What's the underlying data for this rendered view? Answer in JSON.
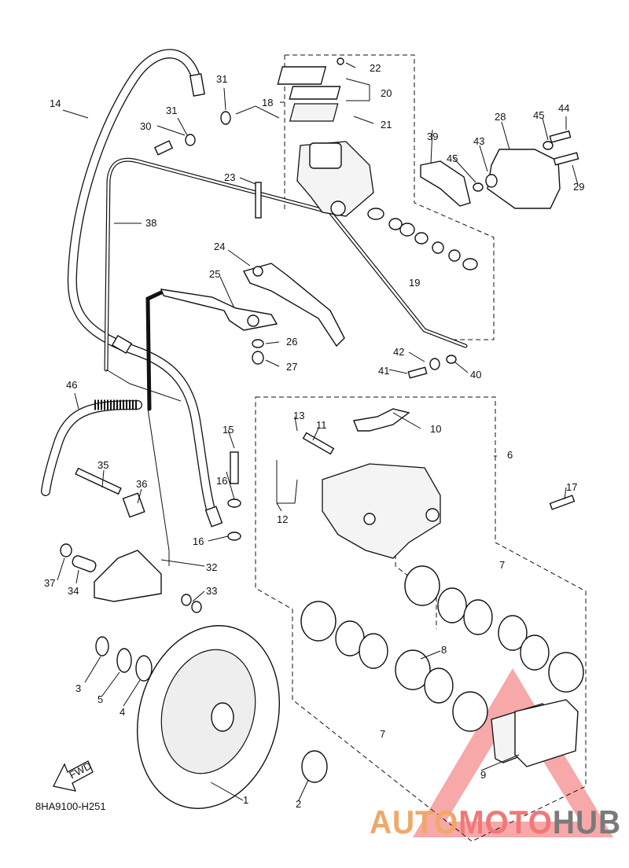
{
  "diagram_code": "8HA9100-H251",
  "fwd_label": "FWD",
  "watermark": {
    "part1": "AUTO",
    "part2": "MOTO",
    "part3": "HUB",
    "color1": "#f0a868",
    "color2": "#f07878",
    "color3": "#7a7a7a",
    "triangle_color": "#f06060"
  },
  "callouts": [
    "1",
    "2",
    "3",
    "4",
    "5",
    "6",
    "7",
    "7",
    "8",
    "9",
    "10",
    "11",
    "12",
    "13",
    "14",
    "15",
    "16",
    "16",
    "17",
    "18",
    "19",
    "20",
    "21",
    "22",
    "23",
    "24",
    "25",
    "26",
    "27",
    "28",
    "29",
    "30",
    "31",
    "31",
    "32",
    "33",
    "34",
    "35",
    "36",
    "37",
    "38",
    "39",
    "40",
    "41",
    "42",
    "43",
    "44",
    "45",
    "45",
    "46"
  ]
}
